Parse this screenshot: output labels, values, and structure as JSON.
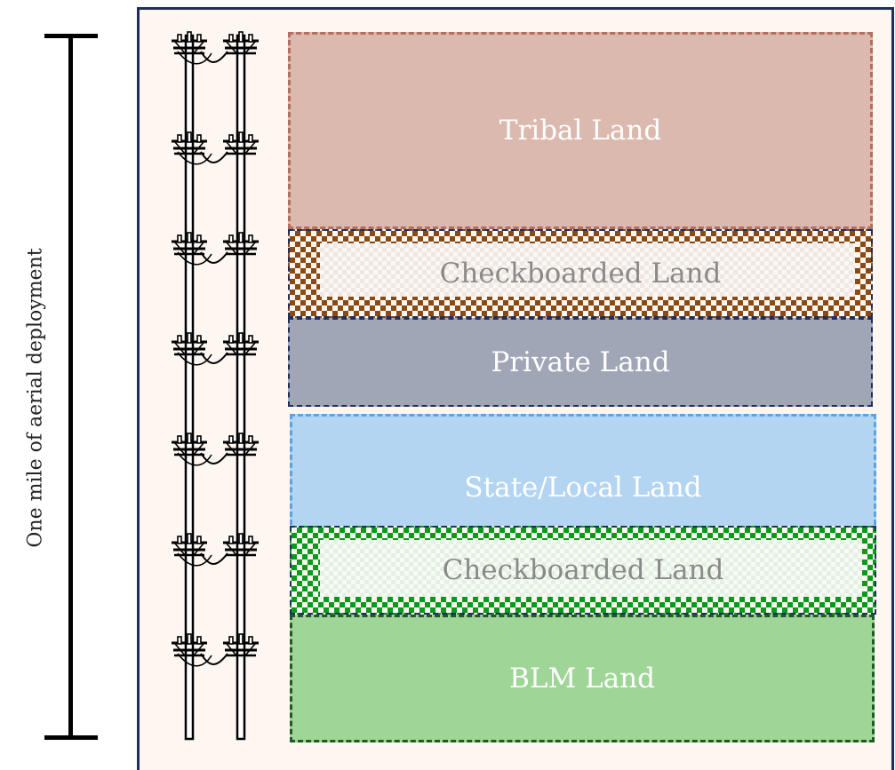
{
  "scale": {
    "label": "One mile of aerial deployment"
  },
  "bands": [
    {
      "id": "tribal",
      "label": "Tribal Land"
    },
    {
      "id": "checkerboard-1",
      "label": "Checkboarded Land"
    },
    {
      "id": "private",
      "label": "Private Land"
    },
    {
      "id": "state-local",
      "label": "State/Local Land"
    },
    {
      "id": "checkerboard-2",
      "label": "Checkboarded Land"
    },
    {
      "id": "blm",
      "label": "BLM Land"
    }
  ],
  "poles": {
    "icon": "utility-pole-icon",
    "columns": 2,
    "rows": 7
  },
  "colors": {
    "frame_border": "#1f2f5c",
    "frame_fill": "#fdf6f1",
    "tribal": "#dbb9ae",
    "checkerboard_1": "#8a4a12",
    "private": "#a0a6b6",
    "state_local": "#b3d5f2",
    "checkerboard_2": "#0a9a1a",
    "blm": "#9fd596"
  }
}
